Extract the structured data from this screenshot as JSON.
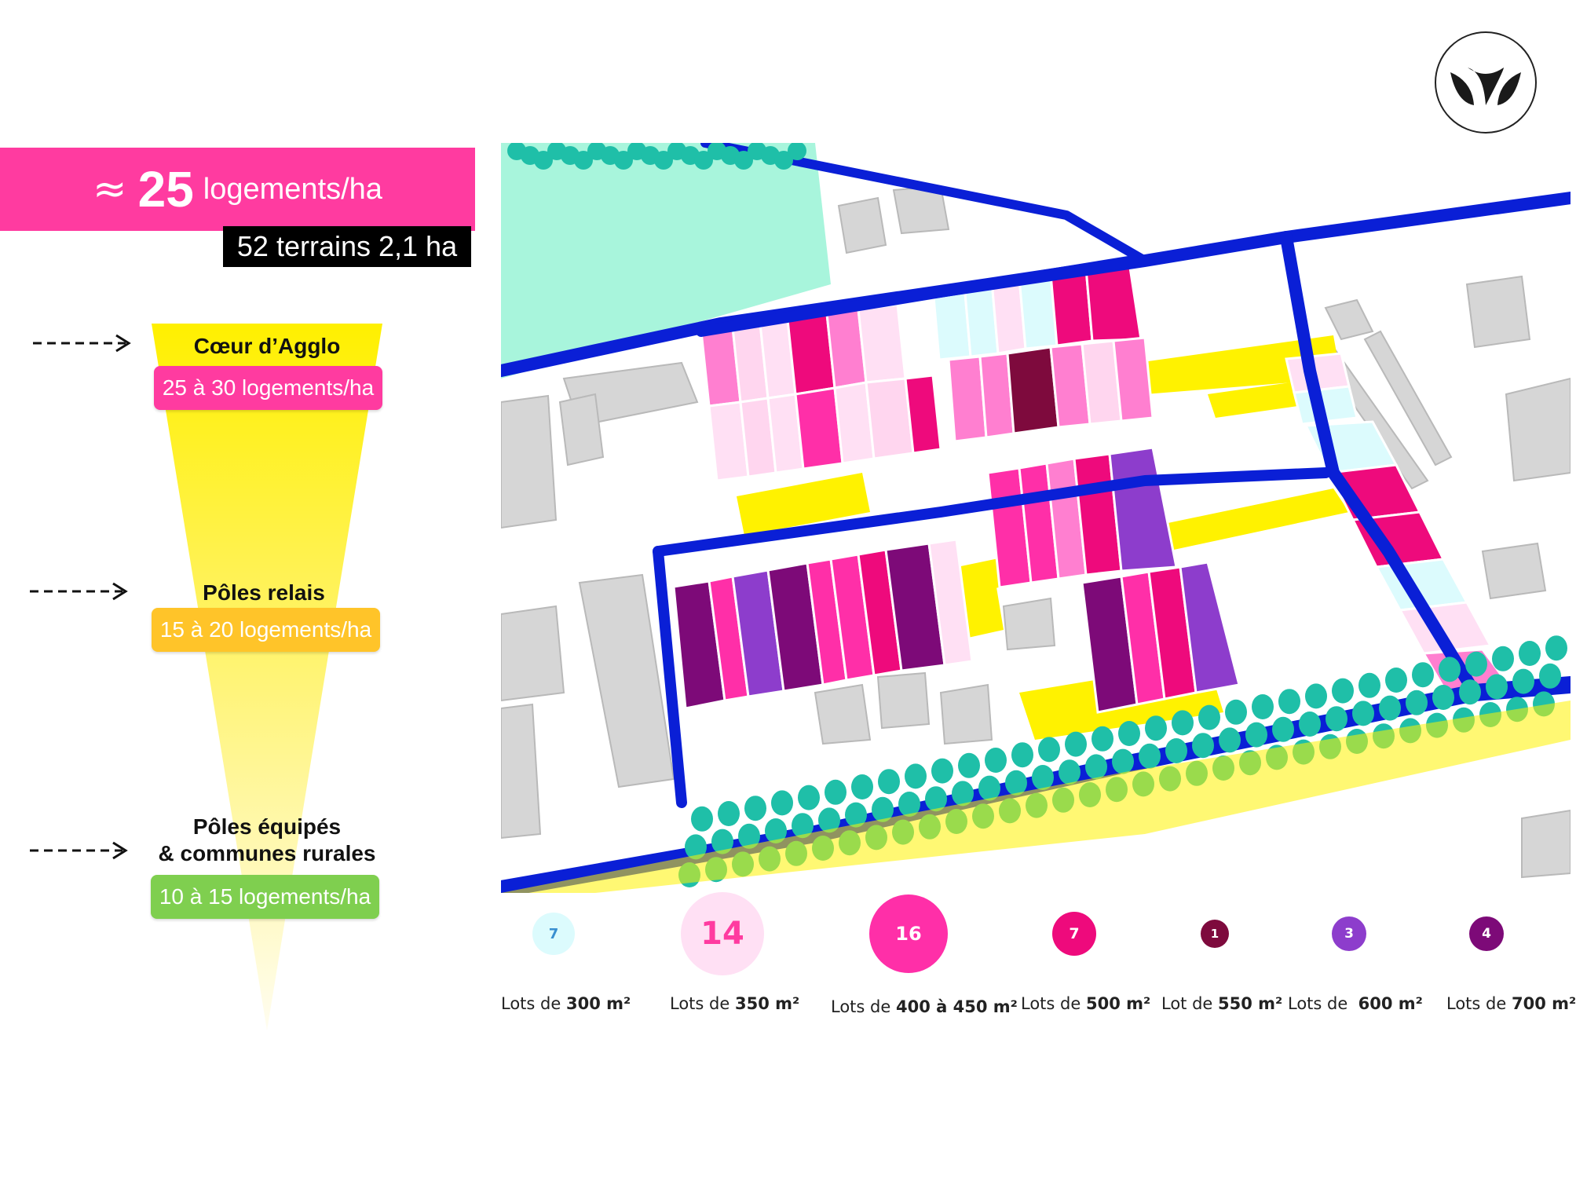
{
  "headline": {
    "approx_symbol": "≈",
    "density_value": "25",
    "density_unit": "logements/ha",
    "terrains": "52 terrains 2,1 ha"
  },
  "levels": [
    {
      "title": "Cœur d’Agglo",
      "range": "25 à 30 logements/ha",
      "color": "#ff3ba0"
    },
    {
      "title": "Pôles relais",
      "range": "15 à 20 logements/ha",
      "color": "#ffc429"
    },
    {
      "title_line1": "Pôles équipés",
      "title_line2": "& communes rurales",
      "range": "10 à 15 logements/ha",
      "color": "#7fcf4f"
    }
  ],
  "legend": [
    {
      "count": "7",
      "prefix": "Lots de ",
      "size": "300 m²",
      "color": "#dcfbfd",
      "text_color": "#3a8fd0"
    },
    {
      "count": "14",
      "prefix": "Lots de ",
      "size": "350 m²",
      "color": "#ffe0f4",
      "text_color": "#ff3ba0"
    },
    {
      "count": "16",
      "prefix": "Lots de ",
      "size": "400 à 450 m²",
      "color": "#ff2fa8",
      "text_color": "#ffffff"
    },
    {
      "count": "7",
      "prefix": "Lots de ",
      "size": "500 m²",
      "color": "#ee0a7c",
      "text_color": "#ffffff"
    },
    {
      "count": "1",
      "prefix": "Lot de ",
      "size": "550 m²",
      "color": "#7e0a3d",
      "text_color": "#ffffff"
    },
    {
      "count": "3",
      "prefix": "Lots de  ",
      "size": "600 m²",
      "color": "#8d3dcc",
      "text_color": "#ffffff"
    },
    {
      "count": "4",
      "prefix": "Lots de ",
      "size": "700 m²",
      "color": "#7d0a78",
      "text_color": "#ffffff"
    }
  ],
  "colors": {
    "accent_pink": "#ff3ba0",
    "road_blue": "#0a1fd6",
    "buffer_yellow": "#fff200",
    "tree_teal": "#1fbfa8",
    "field_mint": "#a8f5dc"
  }
}
